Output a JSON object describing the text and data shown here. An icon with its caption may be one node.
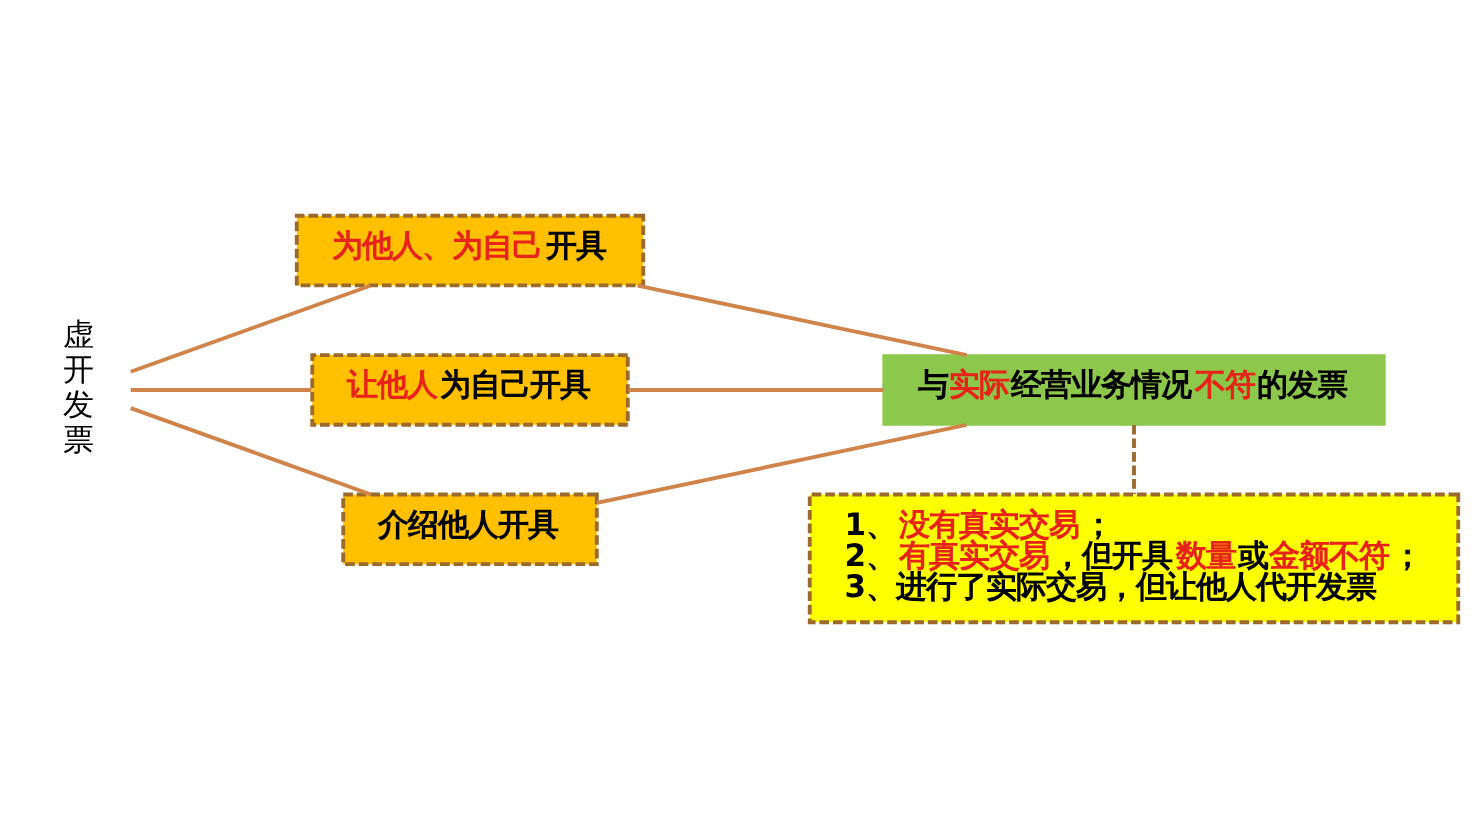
{
  "diagram": {
    "nodes": [
      {
        "text": [
          "虚开发票"
        ]
      },
      {
        "text": [
          "**为他人、为自己**开具"
        ]
      },
      {
        "text": [
          "**让他人**为自己开具"
        ]
      },
      {
        "text": [
          "介绍他人开具"
        ]
      },
      {
        "text": [
          "与**实际**经营业务情况**不符**的发票"
        ]
      },
      {
        "text": [
          "1、**没有真实交易**；",
          "2、**有真实交易**，但开具**数量**或**金额不符**；",
          "3、进行了实际交易，但让他人代开发票"
        ]
      }
    ],
    "edges": [
      {
        "from": 0,
        "to": 1,
        "arrow": "none"
      },
      {
        "from": 0,
        "to": 2,
        "arrow": "none"
      },
      {
        "from": 0,
        "to": 3,
        "arrow": "none"
      },
      {
        "from": 1,
        "to": 4,
        "arrow": "none"
      },
      {
        "from": 2,
        "to": 4,
        "arrow": "none"
      },
      {
        "from": 3,
        "to": 4,
        "arrow": "none"
      },
      {
        "from": 4,
        "to": 5,
        "arrow": "none",
        "style": "dashed"
      }
    ]
  }
}
